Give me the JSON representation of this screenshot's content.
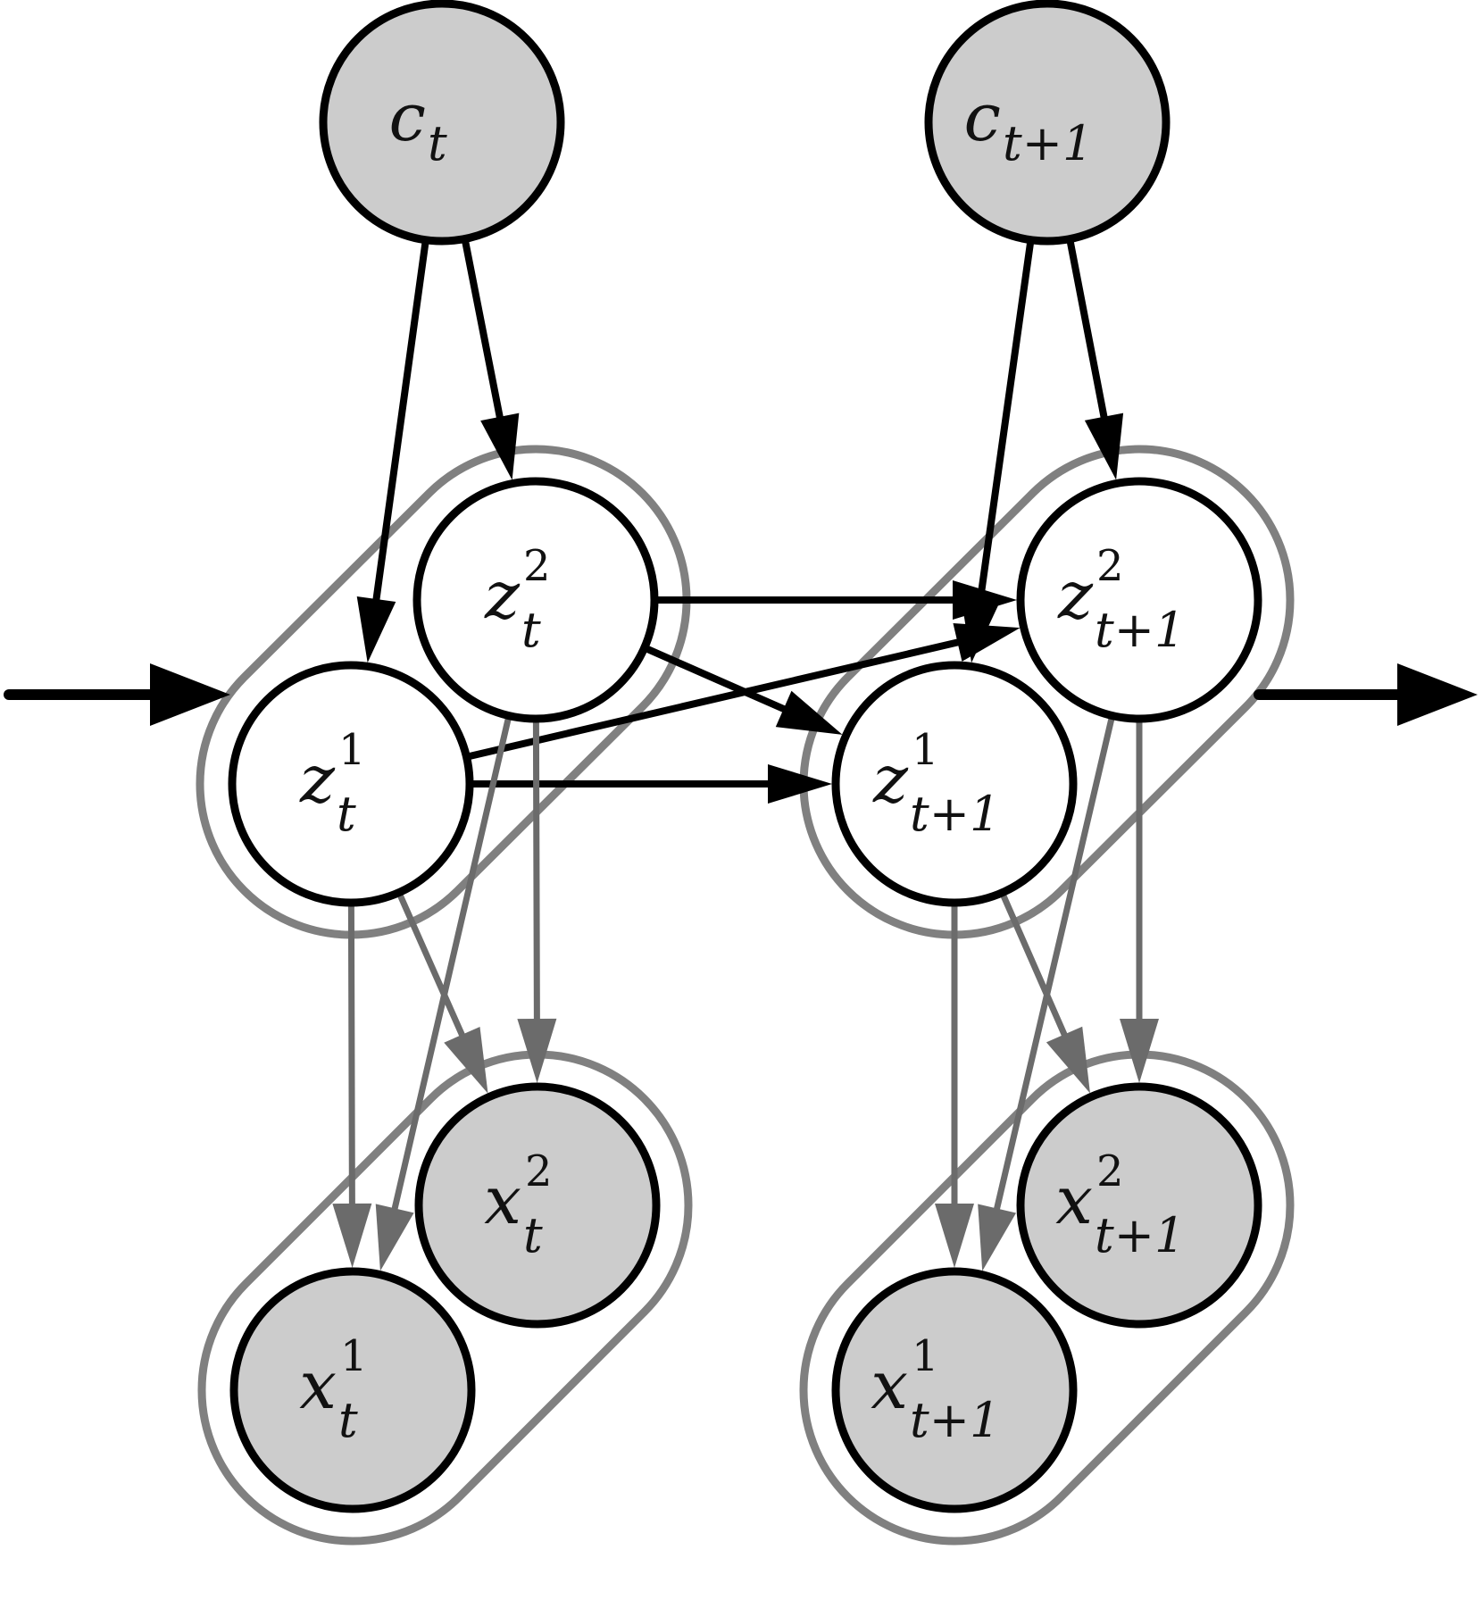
{
  "colors": {
    "observed_fill": "#cccccc",
    "latent_fill": "#ffffff",
    "node_stroke": "#000000",
    "black_edge": "#000000",
    "gray_edge": "#6b6b6b",
    "group_outline": "#808080"
  },
  "nodes": {
    "c_t": {
      "base": "c",
      "sup": "",
      "sub": "t",
      "observed": true
    },
    "c_t1": {
      "base": "c",
      "sup": "",
      "sub": "t+1",
      "observed": true
    },
    "z2_t": {
      "base": "z",
      "sup": "2",
      "sub": "t",
      "observed": false
    },
    "z1_t": {
      "base": "z",
      "sup": "1",
      "sub": "t",
      "observed": false
    },
    "z2_t1": {
      "base": "z",
      "sup": "2",
      "sub": "t+1",
      "observed": false
    },
    "z1_t1": {
      "base": "z",
      "sup": "1",
      "sub": "t+1",
      "observed": false
    },
    "x2_t": {
      "base": "x",
      "sup": "2",
      "sub": "t",
      "observed": true
    },
    "x1_t": {
      "base": "x",
      "sup": "1",
      "sub": "t",
      "observed": true
    },
    "x2_t1": {
      "base": "x",
      "sup": "2",
      "sub": "t+1",
      "observed": true
    },
    "x1_t1": {
      "base": "x",
      "sup": "1",
      "sub": "t+1",
      "observed": true
    }
  },
  "edges": [
    {
      "from": "c_t",
      "to": "z1_t",
      "style": "black"
    },
    {
      "from": "c_t",
      "to": "z2_t",
      "style": "black"
    },
    {
      "from": "c_t1",
      "to": "z1_t1",
      "style": "black"
    },
    {
      "from": "c_t1",
      "to": "z2_t1",
      "style": "black"
    },
    {
      "from": "z2_t",
      "to": "z2_t1",
      "style": "black"
    },
    {
      "from": "z2_t",
      "to": "z1_t1",
      "style": "black"
    },
    {
      "from": "z1_t",
      "to": "z2_t1",
      "style": "black"
    },
    {
      "from": "z1_t",
      "to": "z1_t1",
      "style": "black"
    },
    {
      "from": "z1_t",
      "to": "x1_t",
      "style": "gray"
    },
    {
      "from": "z1_t",
      "to": "x2_t",
      "style": "gray"
    },
    {
      "from": "z2_t",
      "to": "x1_t",
      "style": "gray"
    },
    {
      "from": "z2_t",
      "to": "x2_t",
      "style": "gray"
    },
    {
      "from": "z1_t1",
      "to": "x1_t1",
      "style": "gray"
    },
    {
      "from": "z1_t1",
      "to": "x2_t1",
      "style": "gray"
    },
    {
      "from": "z2_t1",
      "to": "x1_t1",
      "style": "gray"
    },
    {
      "from": "z2_t1",
      "to": "x2_t1",
      "style": "gray"
    }
  ]
}
